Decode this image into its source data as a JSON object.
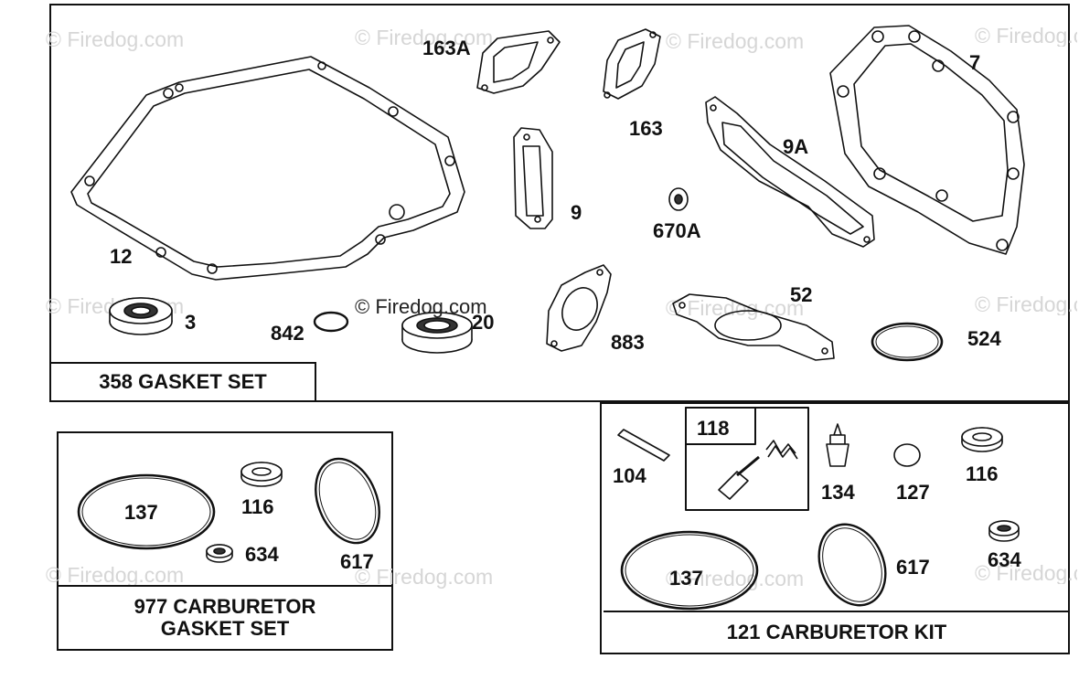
{
  "watermark_text": "© Firedog.com",
  "watermark_center": "© Firedog.com",
  "gasket_set": {
    "title": "358 GASKET SET",
    "labels": {
      "p12": "12",
      "p3": "3",
      "p842": "842",
      "p20": "20",
      "p163A": "163A",
      "p163": "163",
      "p9": "9",
      "p670A": "670A",
      "p9A": "9A",
      "p7": "7",
      "p883": "883",
      "p52": "52",
      "p524": "524"
    }
  },
  "carb_gasket_set": {
    "title_line1": "977 CARBURETOR",
    "title_line2": "GASKET SET",
    "labels": {
      "p137": "137",
      "p116": "116",
      "p634": "634",
      "p617": "617"
    }
  },
  "carb_kit": {
    "title": "121 CARBURETOR KIT",
    "sub_box_label": "118",
    "labels": {
      "p104": "104",
      "p134": "134",
      "p127": "127",
      "p116": "116",
      "p137": "137",
      "p617": "617",
      "p634": "634"
    }
  }
}
